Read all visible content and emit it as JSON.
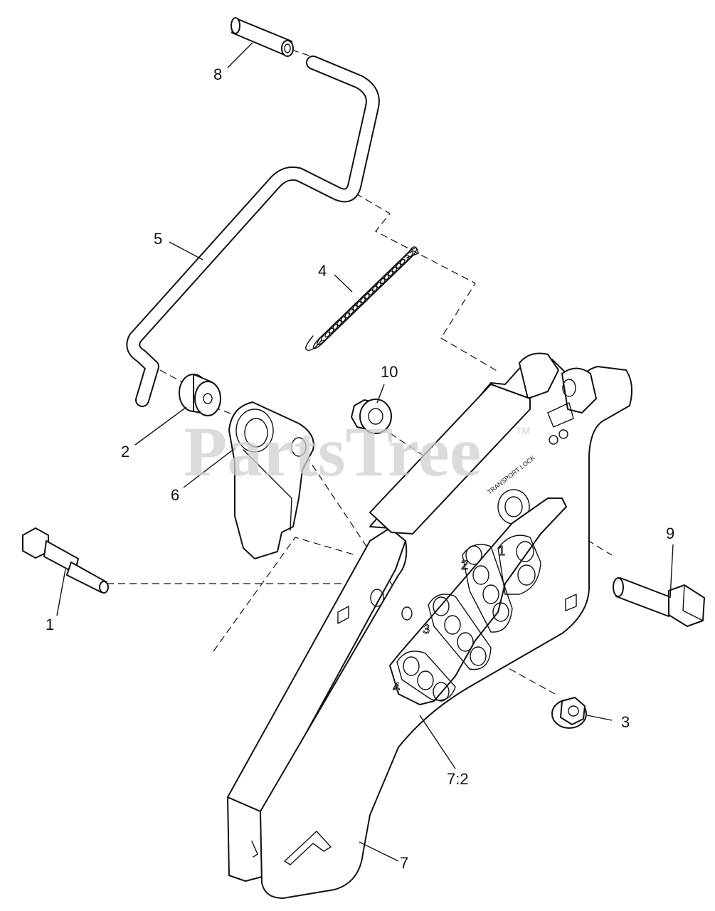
{
  "watermark": {
    "text": "PartsTree",
    "tm": "TM"
  },
  "plate": {
    "transport_text": "TRANSPORT LOCK",
    "groups": [
      "1",
      "2",
      "3",
      "4"
    ]
  },
  "callouts": [
    {
      "id": "1",
      "label": "1"
    },
    {
      "id": "2",
      "label": "2"
    },
    {
      "id": "3",
      "label": "3"
    },
    {
      "id": "4",
      "label": "4"
    },
    {
      "id": "5",
      "label": "5"
    },
    {
      "id": "6",
      "label": "6"
    },
    {
      "id": "7",
      "label": "7"
    },
    {
      "id": "7-2",
      "label": "7:2"
    },
    {
      "id": "8",
      "label": "8"
    },
    {
      "id": "9",
      "label": "9"
    },
    {
      "id": "10",
      "label": "10"
    }
  ]
}
